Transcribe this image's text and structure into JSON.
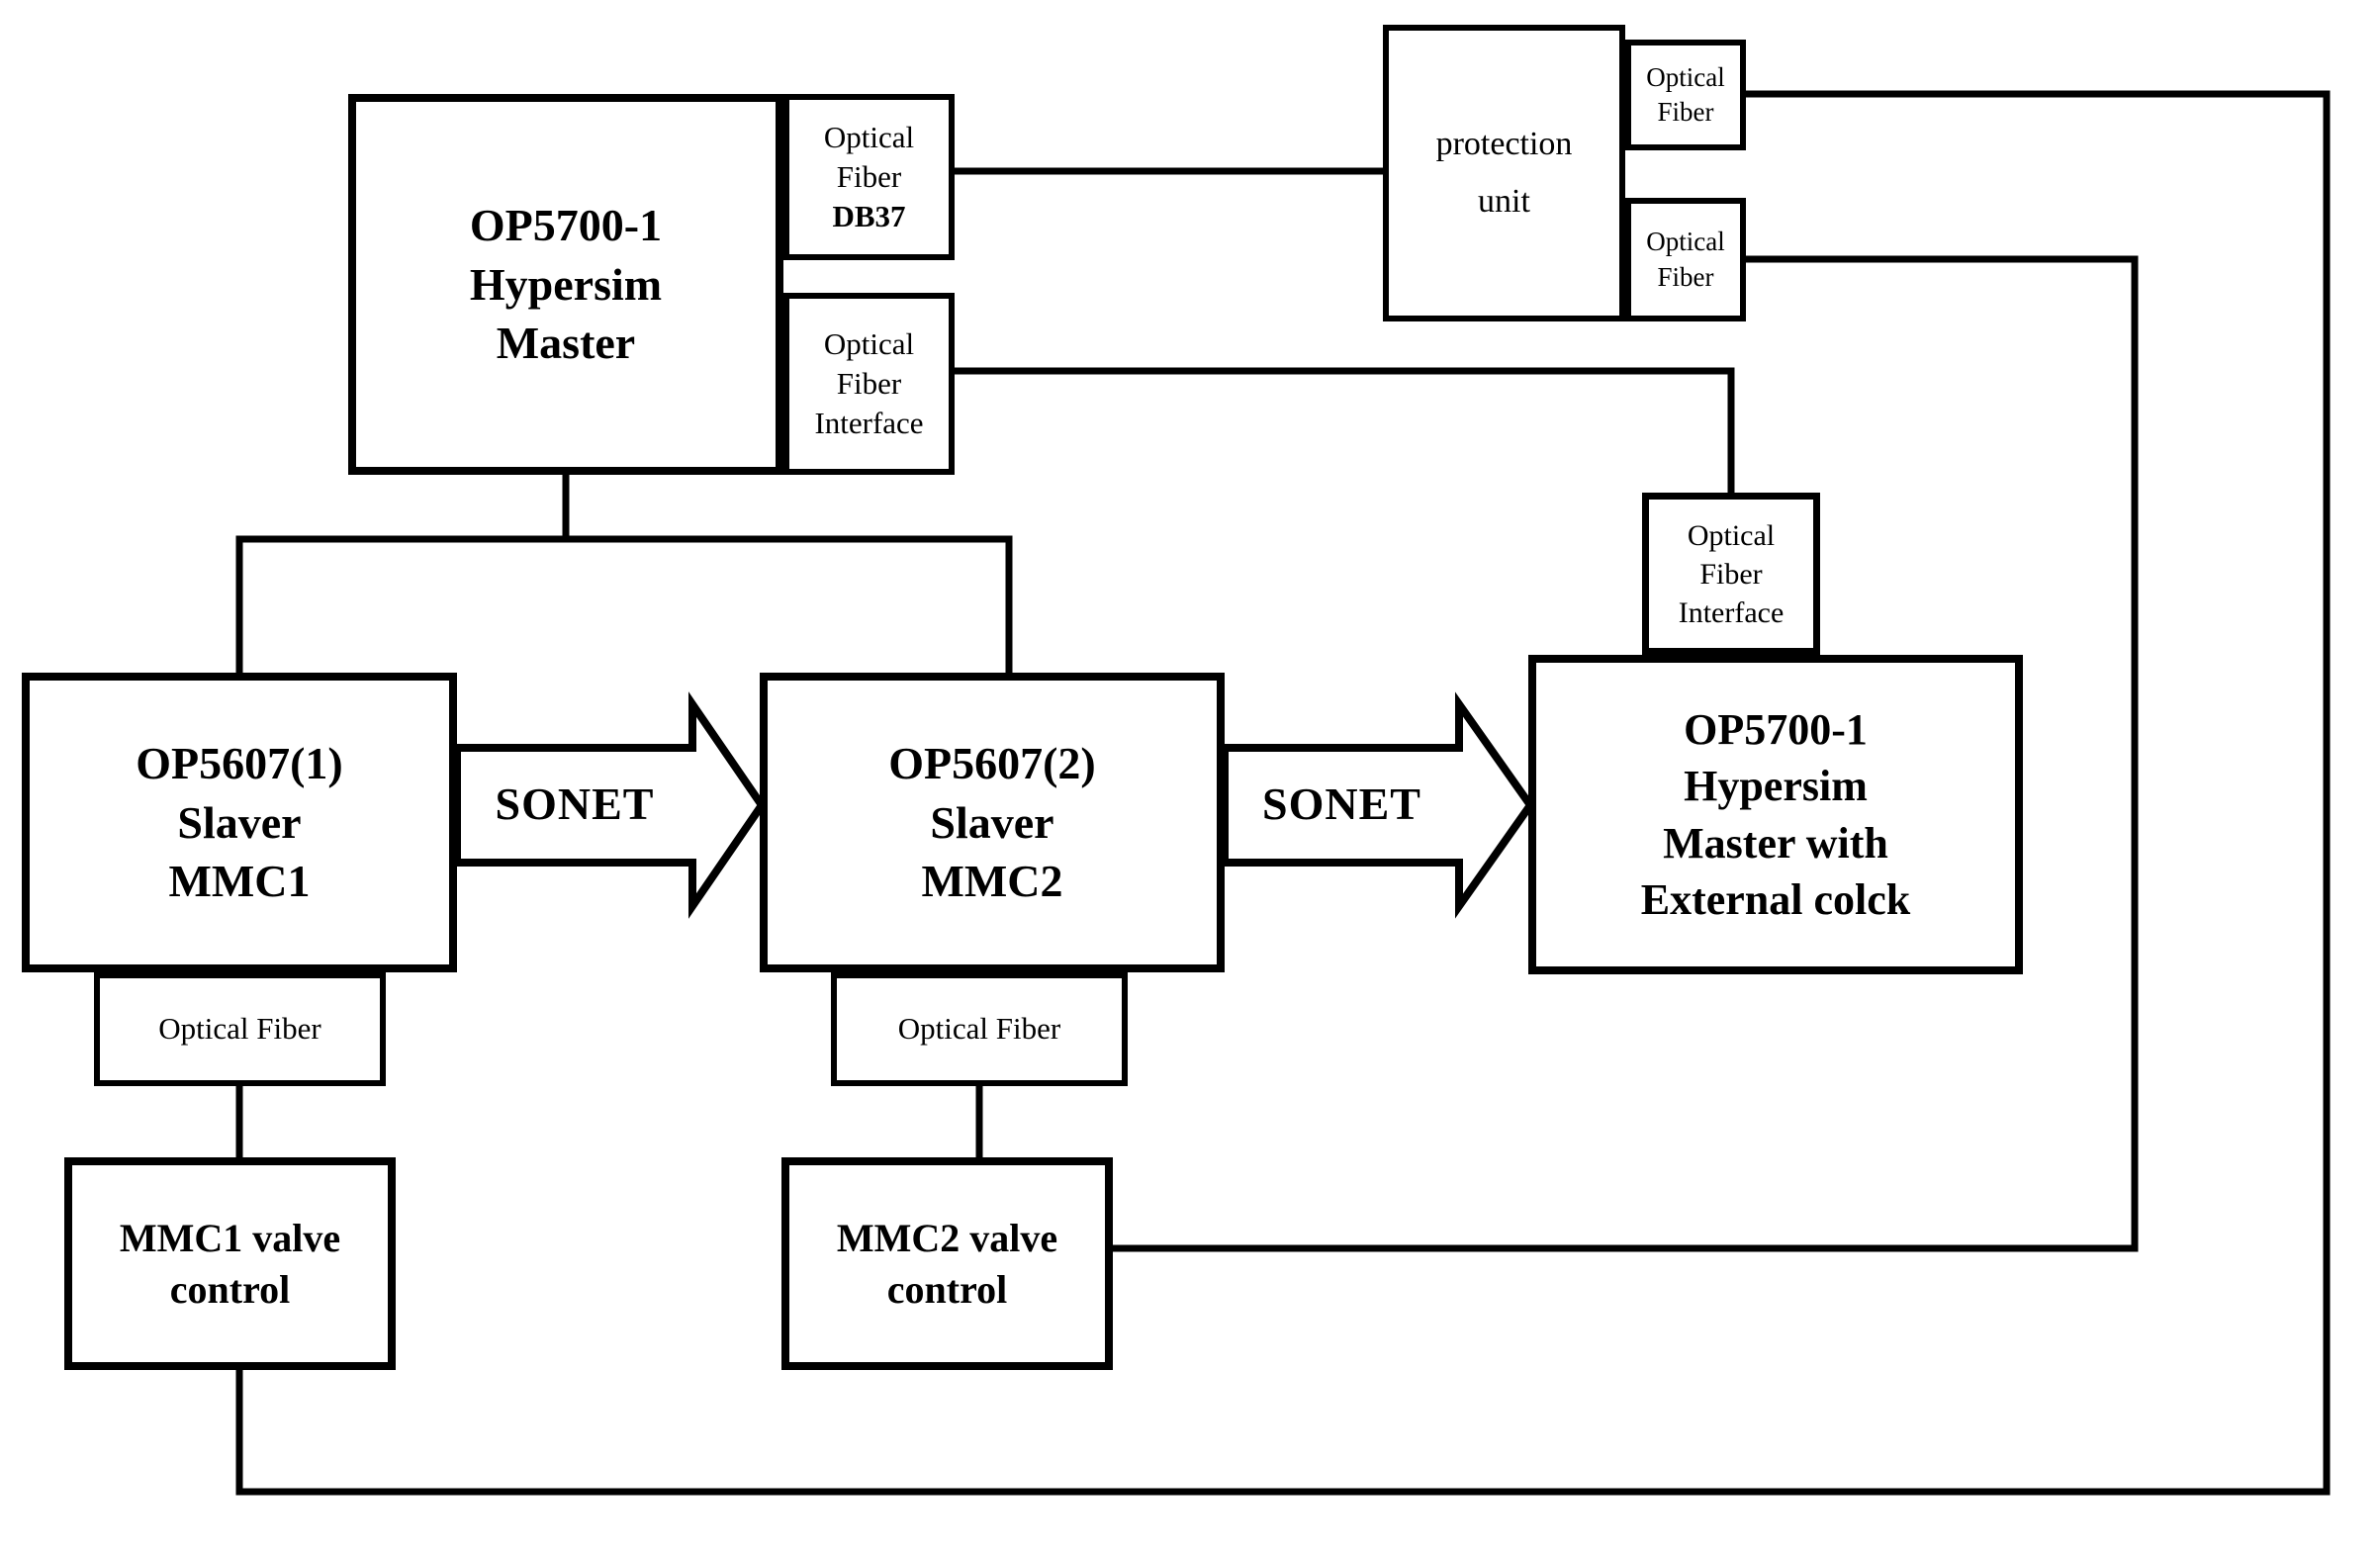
{
  "nodes": {
    "master_left": {
      "lines": [
        "OP5700-1",
        "Hypersim",
        "Master"
      ]
    },
    "optical_fiber_db37": {
      "lines": [
        "Optical",
        "Fiber",
        "DB37"
      ]
    },
    "optical_fiber_interface_left": {
      "lines": [
        "Optical",
        "Fiber",
        "Interface"
      ]
    },
    "protection_unit": {
      "lines": [
        "protection",
        "unit"
      ]
    },
    "optical_fiber_top": {
      "lines": [
        "Optical",
        "Fiber"
      ]
    },
    "optical_fiber_bottom": {
      "lines": [
        "Optical",
        "Fiber"
      ]
    },
    "slaver1": {
      "lines": [
        "OP5607(1)",
        "Slaver",
        "MMC1"
      ]
    },
    "slaver2": {
      "lines": [
        "OP5607(2)",
        "Slaver",
        "MMC2"
      ]
    },
    "master_right": {
      "lines": [
        "OP5700-1",
        "Hypersim",
        "Master with",
        "External colck"
      ]
    },
    "optical_fiber_interface_right": {
      "lines": [
        "Optical",
        "Fiber",
        "Interface"
      ]
    },
    "optical_fiber_label1": {
      "text": "Optical Fiber"
    },
    "optical_fiber_label2": {
      "text": "Optical Fiber"
    },
    "mmc1_valve": {
      "lines": [
        "MMC1 valve",
        "control"
      ]
    },
    "mmc2_valve": {
      "lines": [
        "MMC2 valve",
        "control"
      ]
    }
  },
  "arrows": {
    "sonet1": "SONET",
    "sonet2": "SONET"
  },
  "colors": {
    "line": "#000000",
    "background": "#ffffff"
  }
}
